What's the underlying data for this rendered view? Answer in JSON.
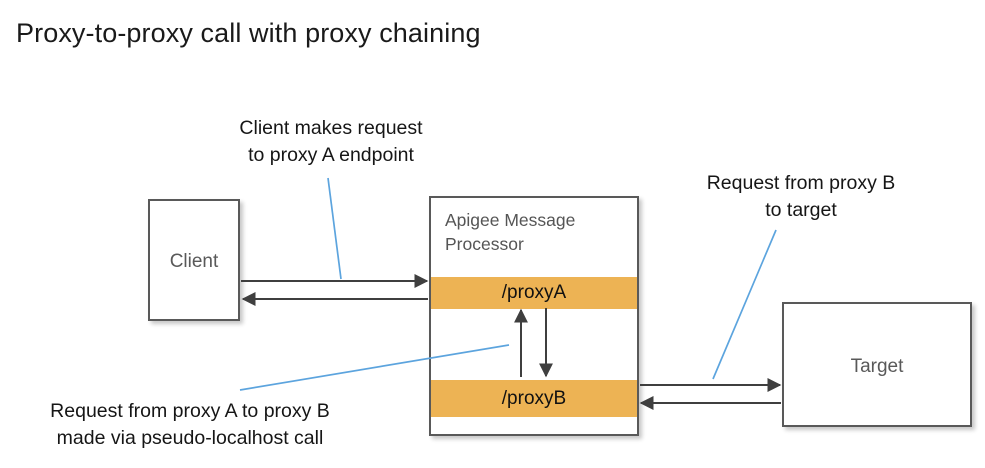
{
  "title": "Proxy-to-proxy call with proxy chaining",
  "colors": {
    "band": "#EDB354",
    "box_border": "#595959",
    "leader": "#5CA4DE",
    "arrow": "#3f3f3f",
    "title_text": "#1a1a1a",
    "node_text": "#595959"
  },
  "nodes": {
    "client": {
      "label": "Client"
    },
    "target": {
      "label": "Target"
    },
    "message_processor": {
      "title_line1": "Apigee Message",
      "title_line2": "Processor",
      "proxy_a": "/proxyA",
      "proxy_b": "/proxyB"
    }
  },
  "annotations": {
    "client_request": {
      "line1": "Client makes request",
      "line2": "to proxy A endpoint"
    },
    "proxyb_to_target": {
      "line1": "Request from proxy B",
      "line2": "to target"
    },
    "proxy_chain": {
      "line1": "Request from proxy A to proxy B",
      "line2": "made via pseudo-localhost call"
    }
  },
  "flows": [
    {
      "name": "client-to-proxya",
      "from": "client",
      "to": "proxyA",
      "direction": "right"
    },
    {
      "name": "proxya-to-client",
      "from": "proxyA",
      "to": "client",
      "direction": "left"
    },
    {
      "name": "proxya-to-proxyb",
      "from": "proxyA",
      "to": "proxyB",
      "direction": "down"
    },
    {
      "name": "proxyb-to-proxya",
      "from": "proxyB",
      "to": "proxyA",
      "direction": "up"
    },
    {
      "name": "proxyb-to-target",
      "from": "proxyB",
      "to": "target",
      "direction": "right"
    },
    {
      "name": "target-to-proxyb",
      "from": "target",
      "to": "proxyB",
      "direction": "left"
    }
  ]
}
